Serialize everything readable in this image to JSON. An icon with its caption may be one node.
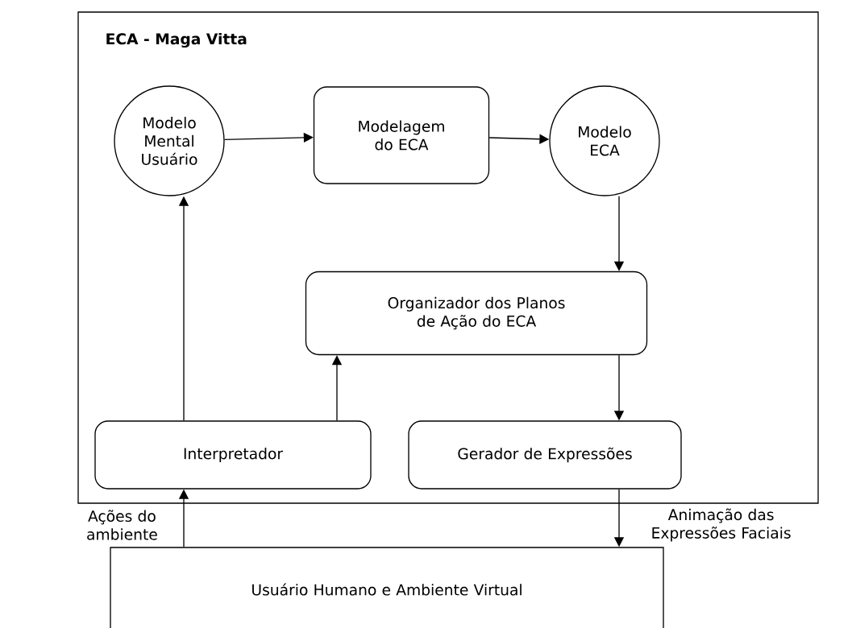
{
  "diagram": {
    "nodes": [
      {
        "text": [
          "ECA - Maga Vitta"
        ]
      },
      {
        "text": [
          "Modelo Mental Usuário"
        ],
        "in": 0
      },
      {
        "text": [
          "Modelagem do ECA"
        ],
        "in": 0
      },
      {
        "text": [
          "Modelo ECA"
        ],
        "in": 0
      },
      {
        "text": [
          "Organizador dos Planos de Ação do ECA"
        ],
        "in": 0
      },
      {
        "text": [
          "Interpretador"
        ],
        "in": 0
      },
      {
        "text": [
          "Gerador de Expressões"
        ],
        "in": 0
      },
      {
        "text": [
          "Usuário Humano e Ambiente Virtual"
        ]
      }
    ],
    "edges": [
      {
        "from": 1,
        "to": 2,
        "arrow": "to"
      },
      {
        "from": 2,
        "to": 3,
        "arrow": "to"
      },
      {
        "from": 3,
        "to": 4,
        "arrow": "to"
      },
      {
        "from": 4,
        "to": 6,
        "arrow": "to"
      },
      {
        "from": 5,
        "to": 1,
        "arrow": "to"
      },
      {
        "from": 5,
        "to": 4,
        "arrow": "to"
      },
      {
        "from": 7,
        "to": 5,
        "arrow": "to",
        "label": "Ações do ambiente"
      },
      {
        "from": 6,
        "to": 7,
        "arrow": "to",
        "label": "Animação das Expressões Faciais"
      }
    ]
  }
}
